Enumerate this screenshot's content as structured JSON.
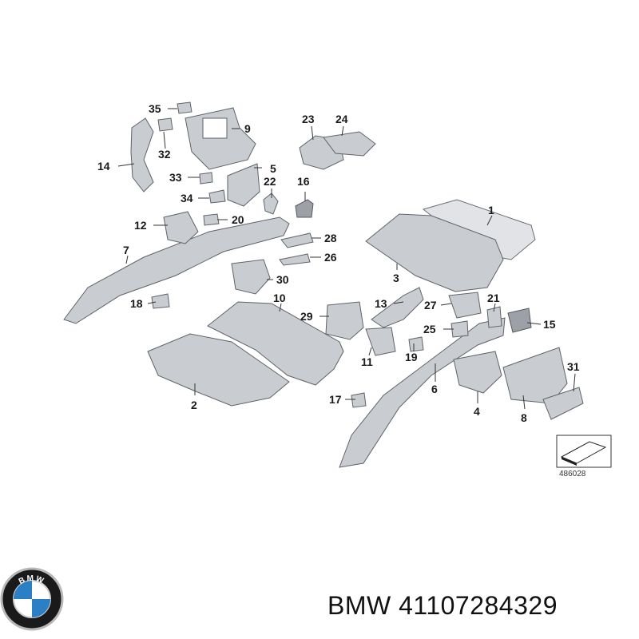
{
  "diagram": {
    "callouts": [
      "1",
      "2",
      "3",
      "4",
      "5",
      "6",
      "7",
      "8",
      "9",
      "10",
      "11",
      "12",
      "13",
      "14",
      "15",
      "16",
      "17",
      "18",
      "19",
      "20",
      "21",
      "22",
      "23",
      "24",
      "25",
      "26",
      "27",
      "28",
      "29",
      "30",
      "31",
      "32",
      "33",
      "34",
      "35"
    ],
    "reference_number": "486028"
  },
  "logo": {
    "text": "BMW"
  },
  "footer": {
    "part_number": "BMW 41107284329"
  }
}
